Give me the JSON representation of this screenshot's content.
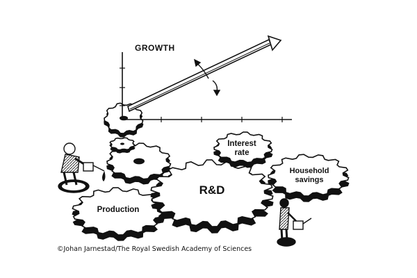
{
  "axis": {
    "label": "GROWTH"
  },
  "gears": {
    "interest_rate": "Interest\nrate",
    "household_savings": "Household\nsavings",
    "rd": "R&D",
    "production": "Production"
  },
  "credit": "©Johan Jarnestad/The Royal Swedish Academy of Sciences",
  "colors": {
    "ink": "#111111",
    "paper": "#ffffff",
    "shade": "#8a8a8a"
  }
}
